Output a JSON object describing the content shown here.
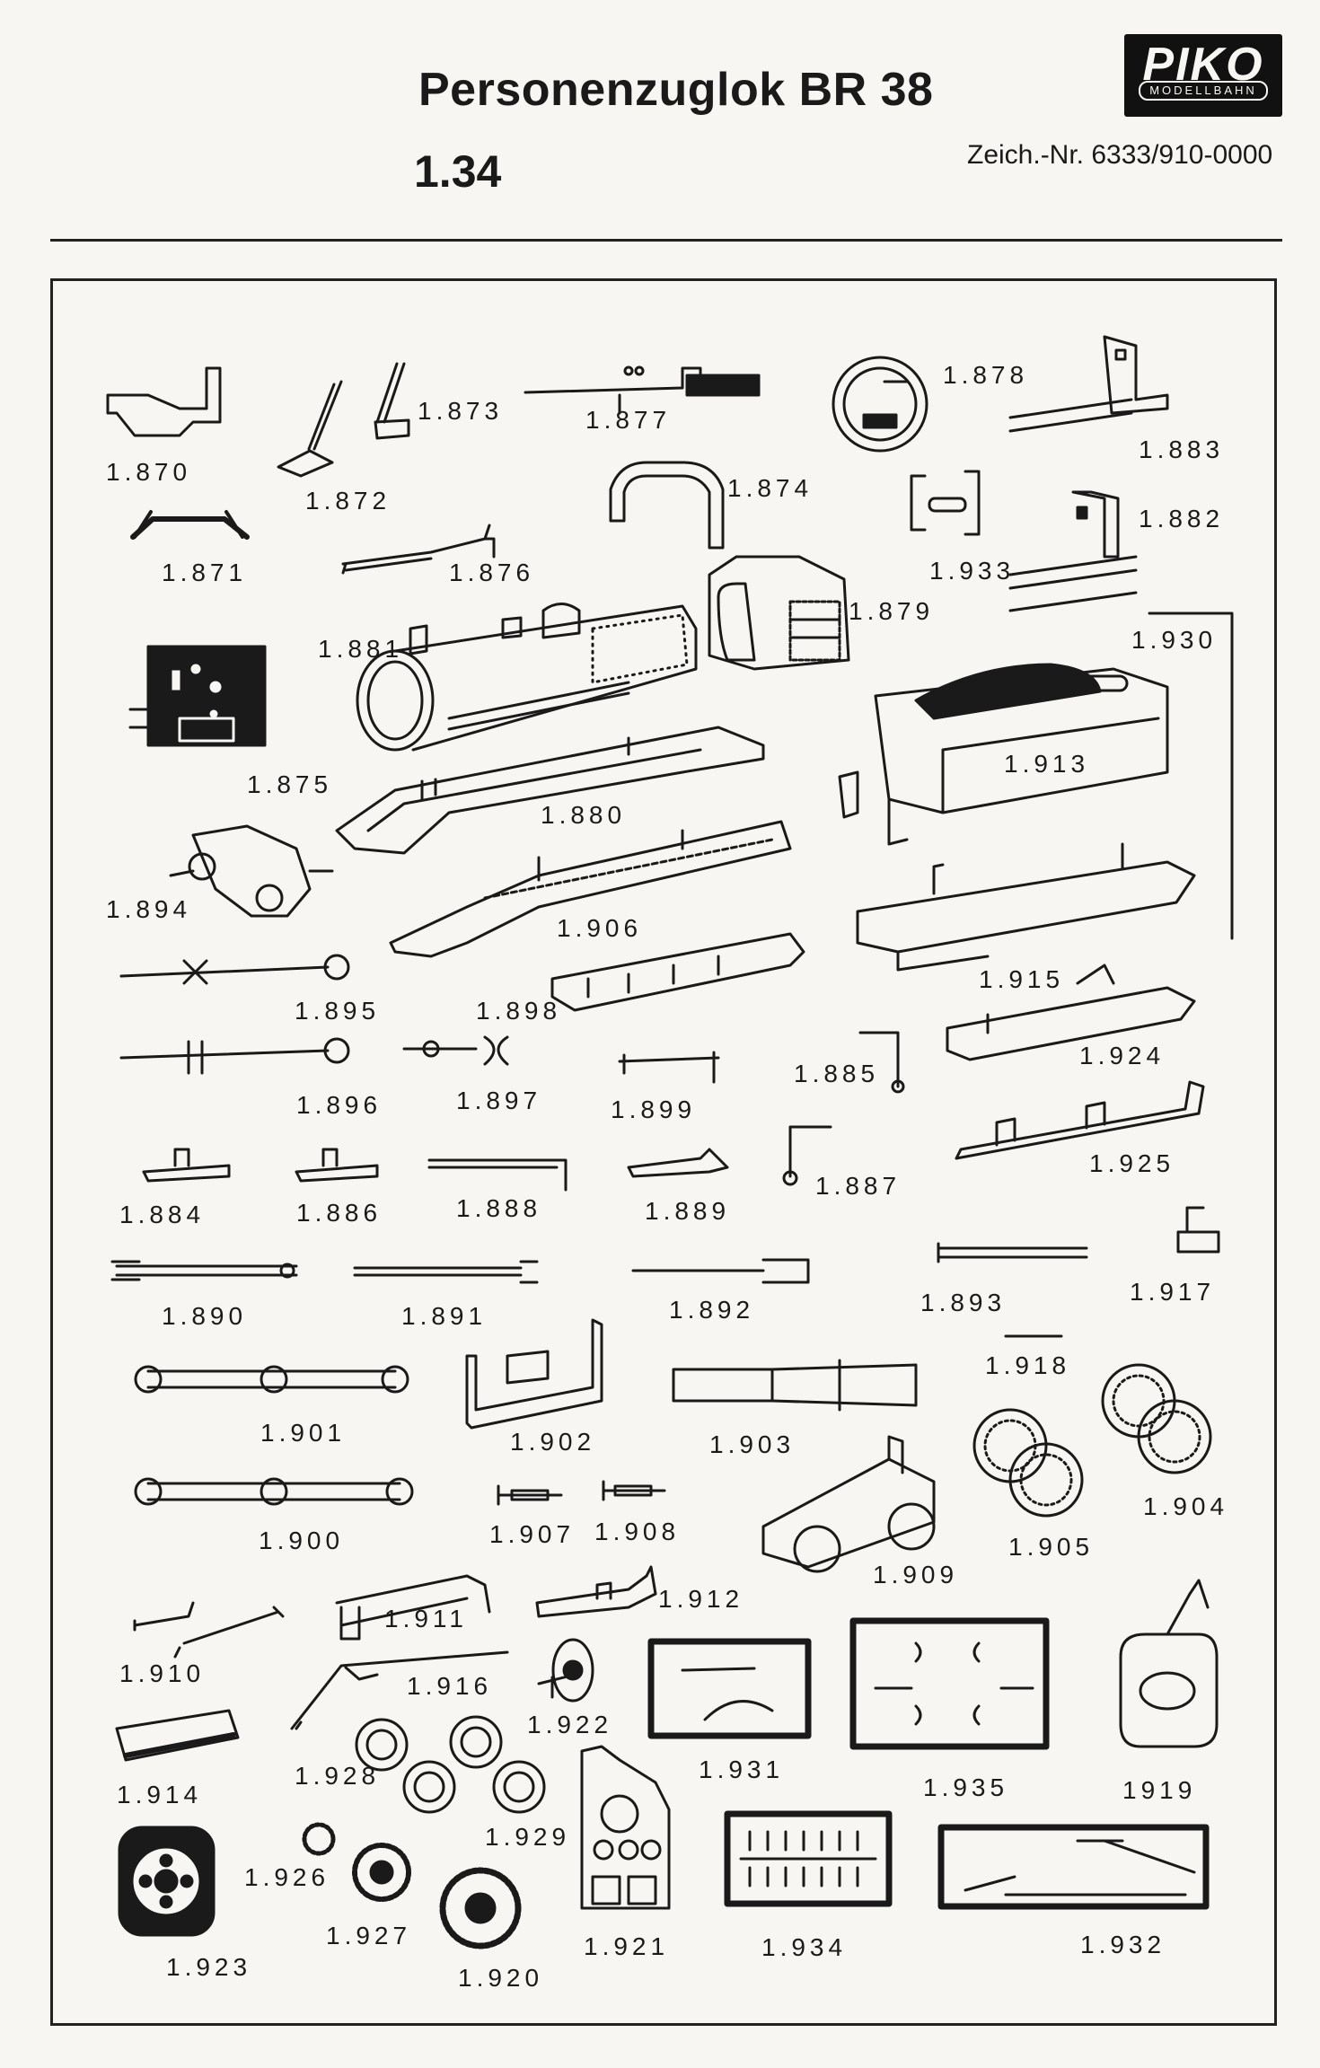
{
  "header": {
    "title": "Personenzuglok BR 38",
    "page_number": "1.34",
    "drawing_number": "Zeich.-Nr. 6333/910-0000",
    "logo_text": "PIKO",
    "logo_subtext": "MODELLBAHN"
  },
  "labels": {
    "l1870": "1.870",
    "l1871": "1.871",
    "l1872": "1.872",
    "l1873": "1.873",
    "l1874": "1.874",
    "l1875": "1.875",
    "l1876": "1.876",
    "l1877": "1.877",
    "l1878": "1.878",
    "l1879": "1.879",
    "l1880": "1.880",
    "l1881": "1.881",
    "l1882": "1.882",
    "l1883": "1.883",
    "l1884": "1.884",
    "l1885": "1.885",
    "l1886": "1.886",
    "l1887": "1.887",
    "l1888": "1.888",
    "l1889": "1.889",
    "l1890": "1.890",
    "l1891": "1.891",
    "l1892": "1.892",
    "l1893": "1.893",
    "l1894": "1.894",
    "l1895": "1.895",
    "l1896": "1.896",
    "l1897": "1.897",
    "l1898": "1.898",
    "l1899": "1.899",
    "l1900": "1.900",
    "l1901": "1.901",
    "l1902": "1.902",
    "l1903": "1.903",
    "l1904": "1.904",
    "l1905": "1.905",
    "l1906": "1.906",
    "l1907": "1.907",
    "l1908": "1.908",
    "l1909": "1.909",
    "l1910": "1.910",
    "l1911": "1.911",
    "l1912": "1.912",
    "l1913": "1.913",
    "l1914": "1.914",
    "l1915": "1.915",
    "l1916": "1.916",
    "l1917": "1.917",
    "l1918": "1.918",
    "l1919": "1919",
    "l1920": "1.920",
    "l1921": "1.921",
    "l1922": "1.922",
    "l1923": "1.923",
    "l1924": "1.924",
    "l1925": "1.925",
    "l1926": "1.926",
    "l1927": "1.927",
    "l1928": "1.928",
    "l1929": "1.929",
    "l1930": "1.930",
    "l1931": "1.931",
    "l1932": "1.932",
    "l1933": "1.933",
    "l1934": "1.934",
    "l1935": "1.935"
  },
  "colors": {
    "ink": "#1a1a1a",
    "paper": "#f7f6f2"
  }
}
